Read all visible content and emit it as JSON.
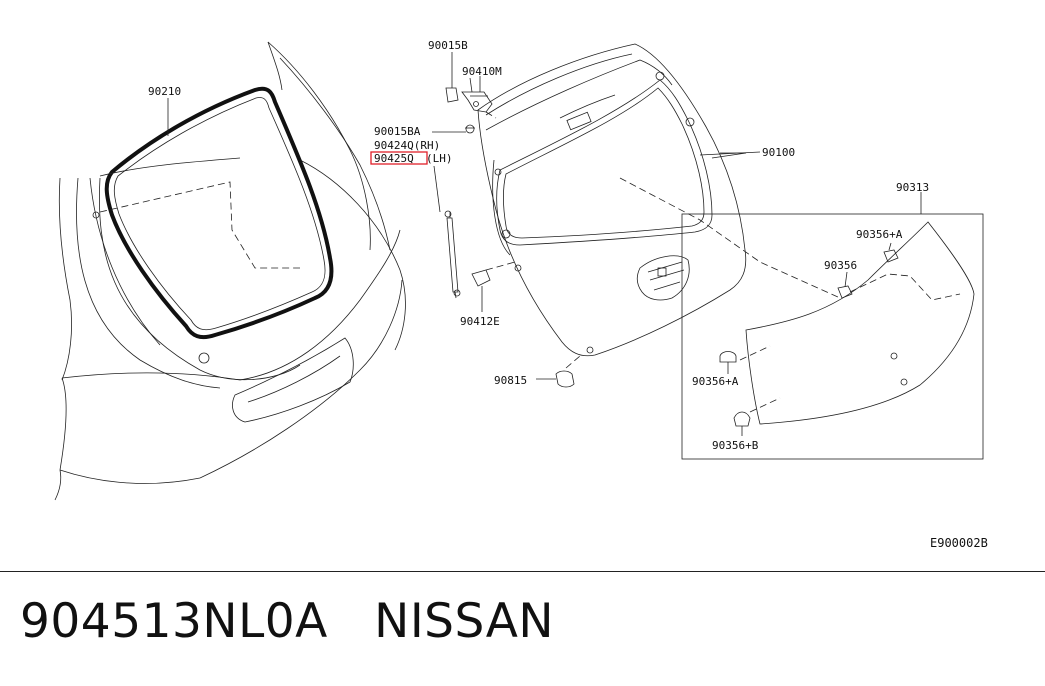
{
  "title": {
    "part_number": "904513NL0A",
    "brand": "NISSAN"
  },
  "diagram_code": "E900002B",
  "callouts": {
    "glass": "90210",
    "bolt_top": "90015B",
    "hinge": "90410M",
    "bolt_ba": "90015BA",
    "stay_rh": "90424Q(RH)",
    "stay_lh_code": "90425Q",
    "stay_lh_suffix": "(LH)",
    "bracket": "90412E",
    "door_panel": "90100",
    "bumper": "90815",
    "finisher": "90313",
    "clip_a_upper": "90356+A",
    "clip_upper": "90356",
    "clip_a_lower": "90356+A",
    "clip_b": "90356+B"
  },
  "highlight_color": "#e0202a"
}
